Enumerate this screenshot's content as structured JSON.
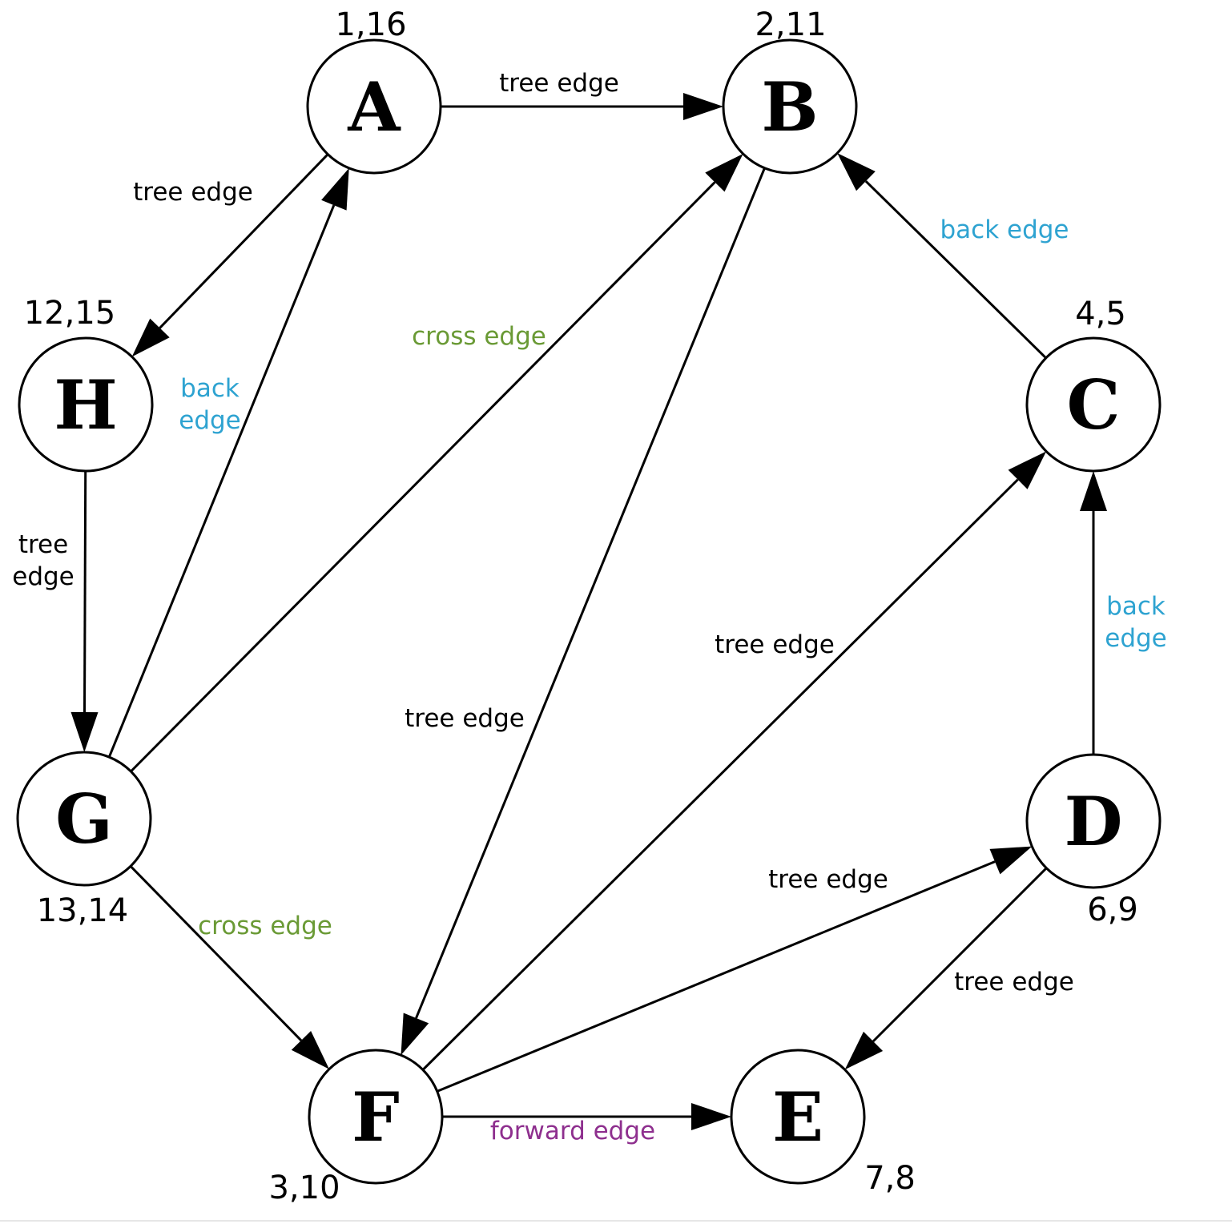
{
  "colors": {
    "tree": "#000000",
    "back": "#2ea3d1",
    "cross": "#6a9a35",
    "forward": "#8e2f8e"
  },
  "nodes": [
    {
      "id": "A",
      "label": "A",
      "times": "1,16"
    },
    {
      "id": "B",
      "label": "B",
      "times": "2,11"
    },
    {
      "id": "C",
      "label": "C",
      "times": "4,5"
    },
    {
      "id": "D",
      "label": "D",
      "times": "6,9"
    },
    {
      "id": "E",
      "label": "E",
      "times": "7,8"
    },
    {
      "id": "F",
      "label": "F",
      "times": "3,10"
    },
    {
      "id": "G",
      "label": "G",
      "times": "13,14"
    },
    {
      "id": "H",
      "label": "H",
      "times": "12,15"
    }
  ],
  "edges": [
    {
      "from": "A",
      "to": "B",
      "type": "tree",
      "label": [
        "tree edge"
      ]
    },
    {
      "from": "A",
      "to": "H",
      "type": "tree",
      "label": [
        "tree edge"
      ]
    },
    {
      "from": "H",
      "to": "G",
      "type": "tree",
      "label": [
        "tree",
        "edge"
      ]
    },
    {
      "from": "G",
      "to": "A",
      "type": "back",
      "label": [
        "back",
        "edge"
      ]
    },
    {
      "from": "G",
      "to": "B",
      "type": "cross",
      "label": [
        "cross edge"
      ]
    },
    {
      "from": "G",
      "to": "F",
      "type": "cross",
      "label": [
        "cross edge"
      ]
    },
    {
      "from": "B",
      "to": "F",
      "type": "tree",
      "label": [
        "tree edge"
      ]
    },
    {
      "from": "C",
      "to": "B",
      "type": "back",
      "label": [
        "back edge"
      ]
    },
    {
      "from": "F",
      "to": "C",
      "type": "tree",
      "label": [
        "tree edge"
      ]
    },
    {
      "from": "D",
      "to": "C",
      "type": "back",
      "label": [
        "back",
        "edge"
      ]
    },
    {
      "from": "F",
      "to": "D",
      "type": "tree",
      "label": [
        "tree edge"
      ]
    },
    {
      "from": "D",
      "to": "E",
      "type": "tree",
      "label": [
        "tree edge"
      ]
    },
    {
      "from": "F",
      "to": "E",
      "type": "forward",
      "label": [
        "forward edge"
      ]
    }
  ]
}
